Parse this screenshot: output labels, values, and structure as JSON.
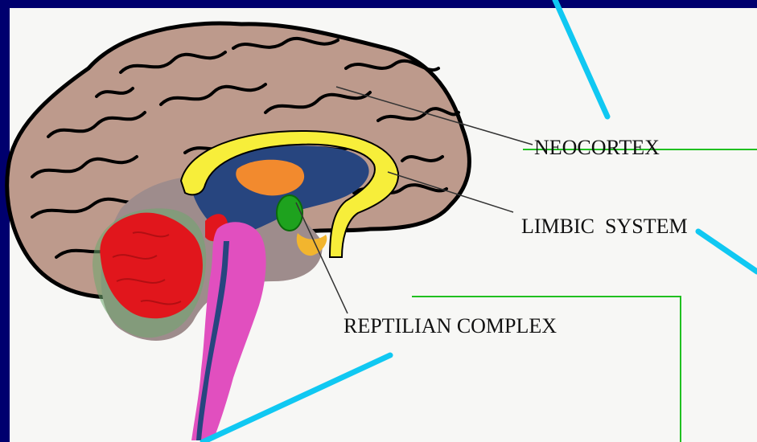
{
  "labels": {
    "neocortex": "NEOCORTEX",
    "limbic": "LIMBIC  SYSTEM",
    "reptilian": "REPTILIAN COMPLEX"
  },
  "colors": {
    "frame": "#00006e",
    "panel": "#f7f7f5",
    "cortex": "#bd9a8c",
    "limbic_yellow": "#f7ee3a",
    "thalamus_orange": "#f28a2e",
    "hippocampus_green": "#1ea21e",
    "core_blue": "#27457f",
    "cerebellum_red": "#e1161c",
    "brainstem_magenta": "#e14fbf",
    "annotation_cyan": "#10c8f2",
    "annotation_green": "#20c020"
  }
}
